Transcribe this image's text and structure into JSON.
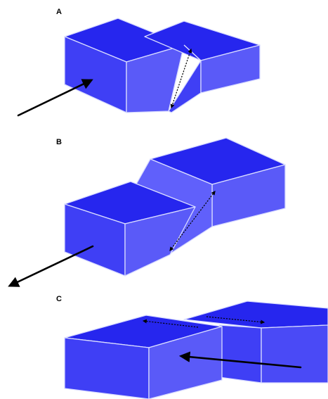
{
  "panels": [
    {
      "id": "A",
      "label": "A"
    },
    {
      "id": "B",
      "label": "B"
    },
    {
      "id": "C",
      "label": "C"
    }
  ],
  "colors": {
    "block_top": "#2626ee",
    "block_front": "#3f3ff5",
    "block_side": "#5a5af8",
    "fault_plane": "#7b7bff",
    "edge": "#e6e8ff",
    "arrow": "#000000",
    "background": "#ffffff"
  },
  "icons": {
    "motion_arrow": "solid-black-arrow",
    "slip_arrow": "dotted-double-headed-arrow"
  }
}
